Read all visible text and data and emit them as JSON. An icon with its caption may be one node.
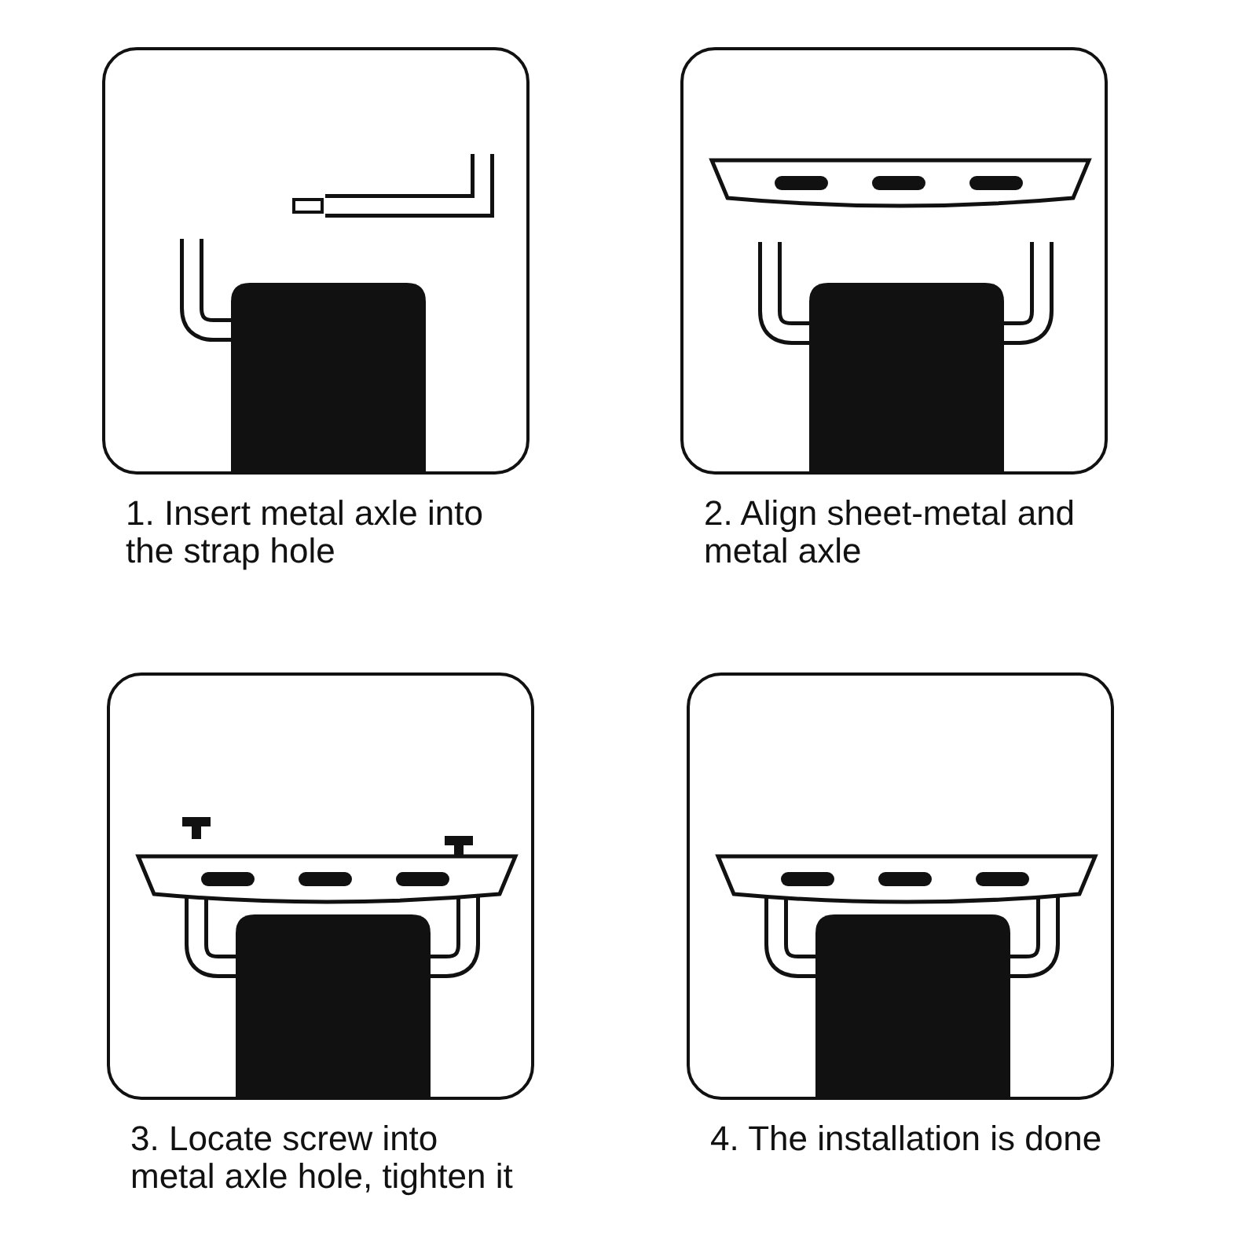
{
  "diagram": {
    "nodes": [
      {
        "text": [
          "1. Insert metal axle into the strap hole"
        ]
      },
      {
        "text": [
          "2. Align sheet-metal and metal axle"
        ]
      },
      {
        "text": [
          "3. Locate screw into metal axle hole, tighten it"
        ]
      },
      {
        "text": [
          "4. The installation is done"
        ]
      }
    ],
    "edges": []
  }
}
